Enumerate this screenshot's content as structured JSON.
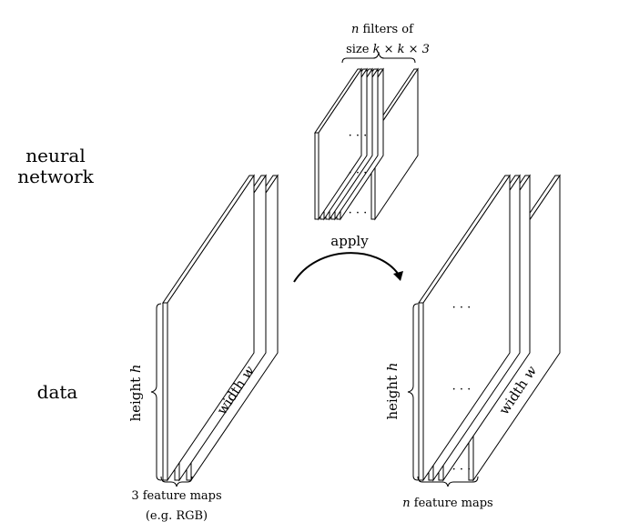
{
  "labels": {
    "neural_line1": "neural",
    "neural_line2": "network",
    "data": "data",
    "apply": "apply",
    "filters_n": "n",
    "filters_rest": " filters of",
    "size_prefix": "size ",
    "size_formula": "k × k × 3",
    "left_height_word": "height ",
    "left_height_var": "h",
    "left_width_word": "width ",
    "left_width_var": "w",
    "right_height_word": "height ",
    "right_height_var": "h",
    "right_width_word": "width ",
    "right_width_var": "w",
    "input_maps_line1": "3 feature maps",
    "input_maps_line2": "(e.g. RGB)",
    "output_maps_n": "n",
    "output_maps_rest": " feature maps",
    "ellipsis": "· · ·",
    "ellipsis_small": "· ·"
  },
  "icons": {
    "arrow": "curved-arrow-icon"
  }
}
